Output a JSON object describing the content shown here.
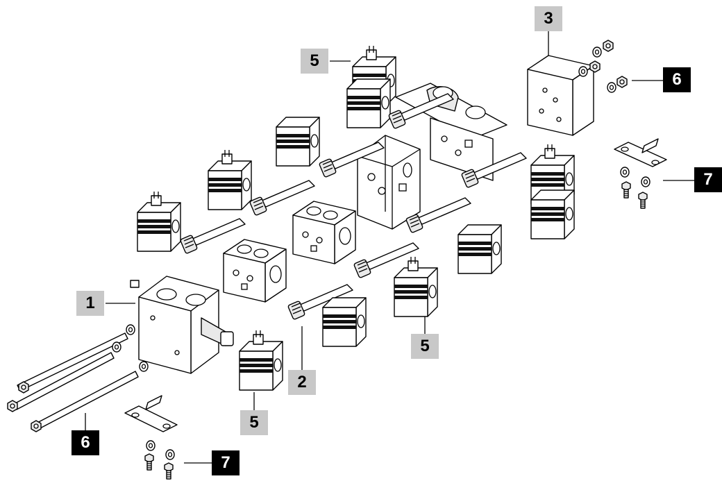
{
  "colors": {
    "grey_callout": "#c8c8c8",
    "black_callout": "#000000",
    "line": "#000000"
  },
  "callouts": [
    {
      "id": "c1",
      "label": "1",
      "style": "grey"
    },
    {
      "id": "c2",
      "label": "2",
      "style": "grey"
    },
    {
      "id": "c3",
      "label": "3",
      "style": "grey"
    },
    {
      "id": "c5a",
      "label": "5",
      "style": "grey"
    },
    {
      "id": "c5b",
      "label": "5",
      "style": "grey"
    },
    {
      "id": "c5c",
      "label": "5",
      "style": "grey"
    },
    {
      "id": "c6a",
      "label": "6",
      "style": "black"
    },
    {
      "id": "c6b",
      "label": "6",
      "style": "black"
    },
    {
      "id": "c7a",
      "label": "7",
      "style": "black"
    },
    {
      "id": "c7b",
      "label": "7",
      "style": "black"
    }
  ]
}
